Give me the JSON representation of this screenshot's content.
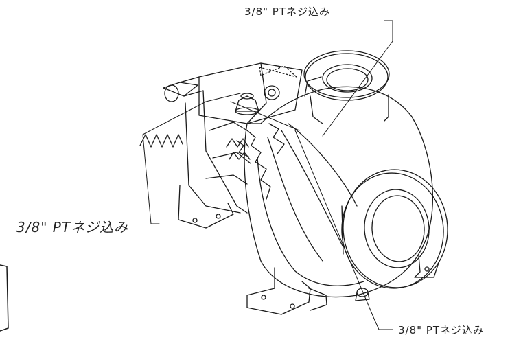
{
  "labels": {
    "top": "3/8\" PTネジ込み",
    "left": "3/8\" PTネジ込み",
    "bottom": "3/8\" PTネジ込み"
  },
  "colors": {
    "ink": "#1a1a1a",
    "paper": "#ffffff"
  }
}
